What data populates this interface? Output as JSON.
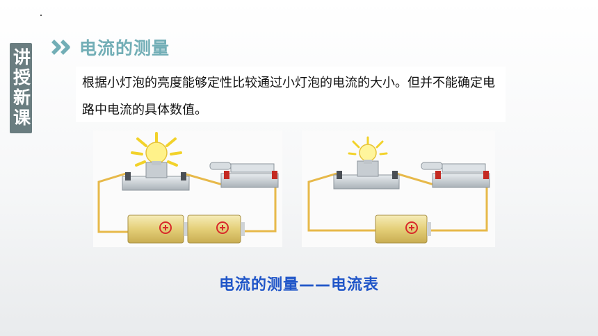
{
  "side_tag": "讲授新课",
  "section_title": "电流的测量",
  "paragraph": "根据小灯泡的亮度能够定性比较通过小灯泡的电流的大小。但并不能确定电路中电流的具体数值。",
  "caption": "电流的测量——电流表",
  "colors": {
    "side_tag_bg": "#6a7d80",
    "title": "#72aeb6",
    "caption": "#1f55c8",
    "wire": "#e7b94a",
    "battery": "#ead98c",
    "plus_mark": "#d8292a"
  },
  "icons": [
    "double-chevron-icon",
    "bulb-icon",
    "battery-icon",
    "switch-icon"
  ]
}
